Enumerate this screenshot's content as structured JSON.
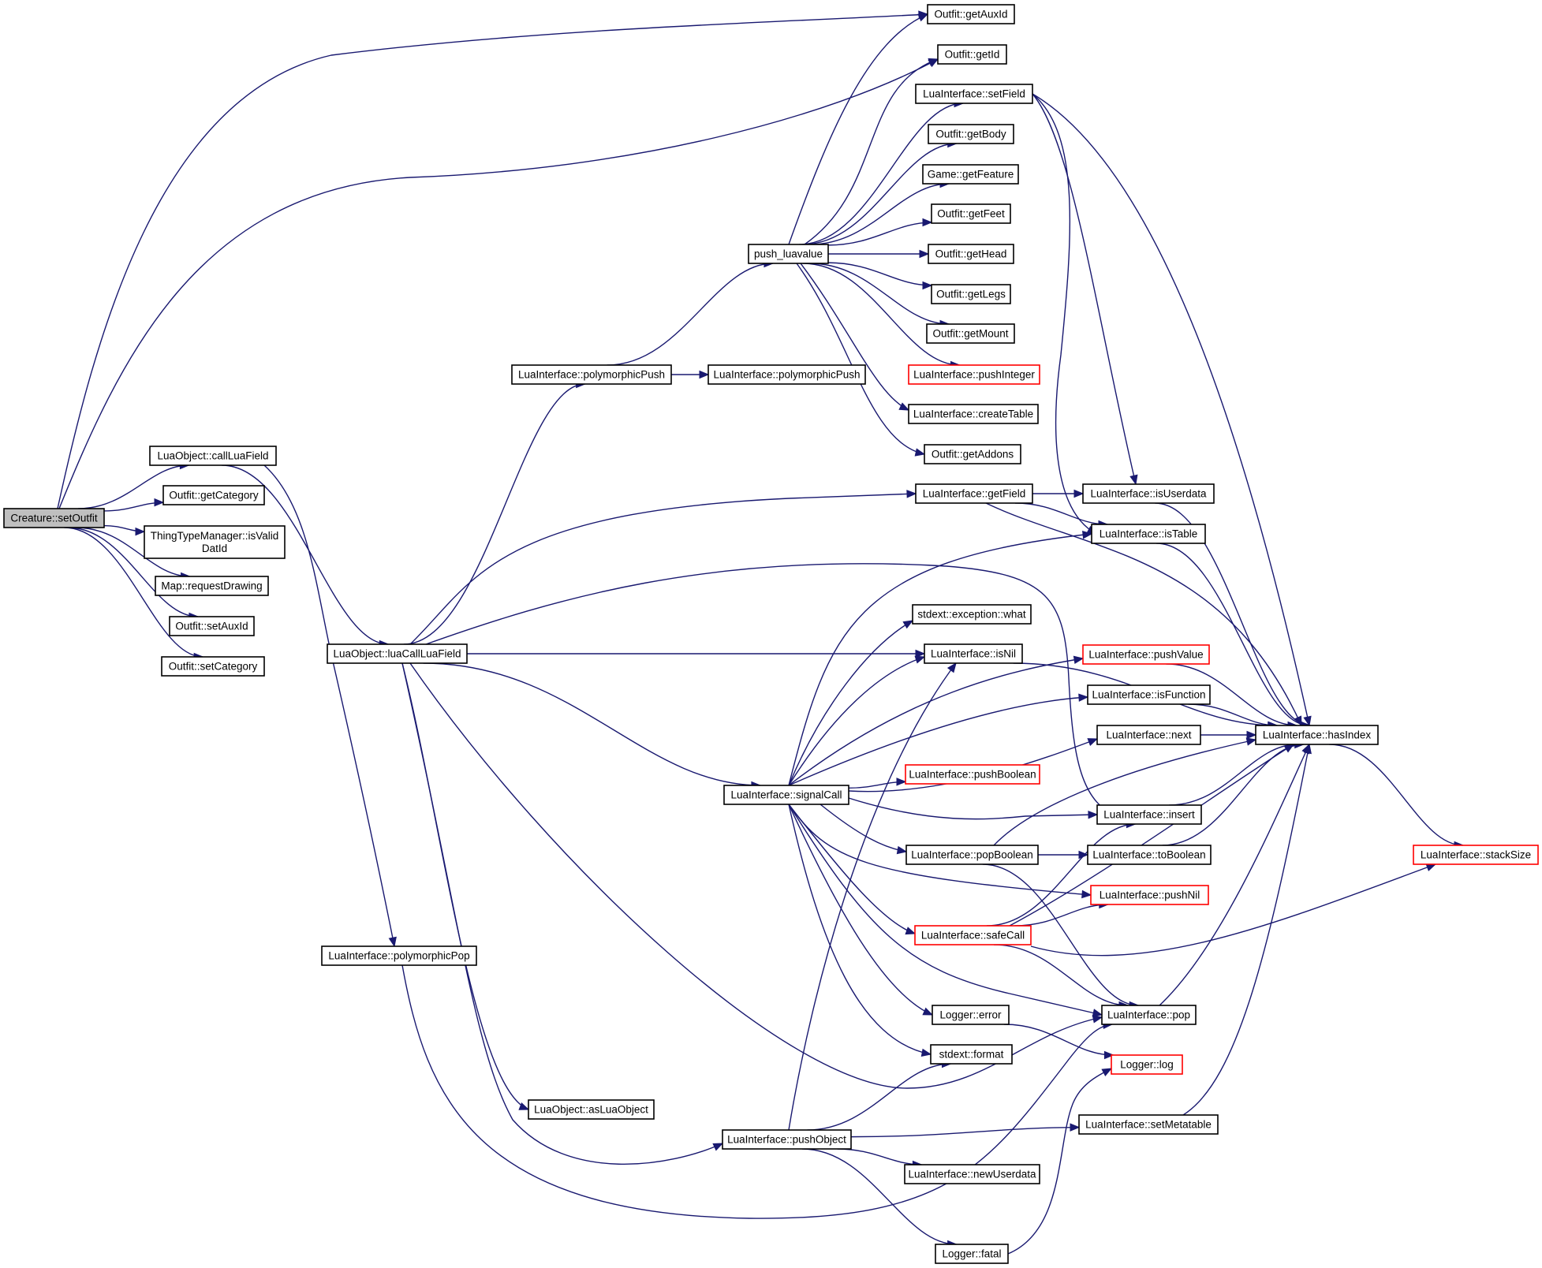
{
  "colors": {
    "edge": "#191970",
    "node_border": "#000000",
    "node_border_truncated": "#ff0000",
    "root_fill": "#bfbfbf",
    "background": "#ffffff"
  },
  "nodes": {
    "creature_setoutfit": {
      "label": [
        "Creature::setOutfit"
      ],
      "style": "root"
    },
    "luaobject_callluafield": {
      "label": [
        "LuaObject::callLuaField"
      ]
    },
    "outfit_getcategory": {
      "label": [
        "Outfit::getCategory"
      ]
    },
    "thingtypemanager_isvaliddatid": {
      "label": [
        "ThingTypeManager::isValid",
        "DatId"
      ]
    },
    "map_requestdrawing": {
      "label": [
        "Map::requestDrawing"
      ]
    },
    "outfit_setauxid": {
      "label": [
        "Outfit::setAuxId"
      ]
    },
    "outfit_setcategory": {
      "label": [
        "Outfit::setCategory"
      ]
    },
    "luaobject_luacallluafield": {
      "label": [
        "LuaObject::luaCallLuaField"
      ]
    },
    "luainterface_polymorphicpop": {
      "label": [
        "LuaInterface::polymorphicPop"
      ]
    },
    "luainterface_polymorphicpush_1": {
      "label": [
        "LuaInterface::polymorphicPush"
      ]
    },
    "luainterface_polymorphicpush_2": {
      "label": [
        "LuaInterface::polymorphicPush"
      ]
    },
    "push_luavalue": {
      "label": [
        "push_luavalue"
      ]
    },
    "outfit_getauxid": {
      "label": [
        "Outfit::getAuxId"
      ]
    },
    "outfit_getid": {
      "label": [
        "Outfit::getId"
      ]
    },
    "luainterface_setfield": {
      "label": [
        "LuaInterface::setField"
      ]
    },
    "outfit_getbody": {
      "label": [
        "Outfit::getBody"
      ]
    },
    "game_getfeature": {
      "label": [
        "Game::getFeature"
      ]
    },
    "outfit_getfeet": {
      "label": [
        "Outfit::getFeet"
      ]
    },
    "outfit_gethead": {
      "label": [
        "Outfit::getHead"
      ]
    },
    "outfit_getlegs": {
      "label": [
        "Outfit::getLegs"
      ]
    },
    "outfit_getmount": {
      "label": [
        "Outfit::getMount"
      ]
    },
    "luainterface_pushinteger": {
      "label": [
        "LuaInterface::pushInteger"
      ],
      "style": "red"
    },
    "luainterface_createtable": {
      "label": [
        "LuaInterface::createTable"
      ]
    },
    "outfit_getaddons": {
      "label": [
        "Outfit::getAddons"
      ]
    },
    "luainterface_getfield": {
      "label": [
        "LuaInterface::getField"
      ]
    },
    "luainterface_isuserdata": {
      "label": [
        "LuaInterface::isUserdata"
      ]
    },
    "luainterface_istable": {
      "label": [
        "LuaInterface::isTable"
      ]
    },
    "stdext_exception_what": {
      "label": [
        "stdext::exception::what"
      ]
    },
    "luainterface_isnil": {
      "label": [
        "LuaInterface::isNil"
      ]
    },
    "luainterface_pushvalue": {
      "label": [
        "LuaInterface::pushValue"
      ],
      "style": "red"
    },
    "luainterface_isfunction": {
      "label": [
        "LuaInterface::isFunction"
      ]
    },
    "luainterface_next": {
      "label": [
        "LuaInterface::next"
      ]
    },
    "luainterface_hasindex": {
      "label": [
        "LuaInterface::hasIndex"
      ]
    },
    "luainterface_signalcall": {
      "label": [
        "LuaInterface::signalCall"
      ]
    },
    "luainterface_pushboolean": {
      "label": [
        "LuaInterface::pushBoolean"
      ],
      "style": "red"
    },
    "luainterface_insert": {
      "label": [
        "LuaInterface::insert"
      ]
    },
    "luainterface_popboolean": {
      "label": [
        "LuaInterface::popBoolean"
      ]
    },
    "luainterface_toboolean": {
      "label": [
        "LuaInterface::toBoolean"
      ]
    },
    "luainterface_stacksize": {
      "label": [
        "LuaInterface::stackSize"
      ],
      "style": "red"
    },
    "luainterface_pushnil": {
      "label": [
        "LuaInterface::pushNil"
      ],
      "style": "red"
    },
    "luainterface_safecall": {
      "label": [
        "LuaInterface::safeCall"
      ],
      "style": "red"
    },
    "luainterface_pop": {
      "label": [
        "LuaInterface::pop"
      ]
    },
    "logger_error": {
      "label": [
        "Logger::error"
      ]
    },
    "stdext_format": {
      "label": [
        "stdext::format"
      ]
    },
    "logger_log": {
      "label": [
        "Logger::log"
      ],
      "style": "red"
    },
    "luaobject_asluaobject": {
      "label": [
        "LuaObject::asLuaObject"
      ]
    },
    "luainterface_pushobject": {
      "label": [
        "LuaInterface::pushObject"
      ]
    },
    "luainterface_setmetatable": {
      "label": [
        "LuaInterface::setMetatable"
      ]
    },
    "luainterface_newuserdata": {
      "label": [
        "LuaInterface::newUserdata"
      ]
    },
    "logger_fatal": {
      "label": [
        "Logger::fatal"
      ]
    }
  },
  "edges": [
    [
      "creature_setoutfit",
      "luaobject_callluafield"
    ],
    [
      "creature_setoutfit",
      "outfit_getcategory"
    ],
    [
      "creature_setoutfit",
      "thingtypemanager_isvaliddatid"
    ],
    [
      "creature_setoutfit",
      "map_requestdrawing"
    ],
    [
      "creature_setoutfit",
      "outfit_setauxid"
    ],
    [
      "creature_setoutfit",
      "outfit_setcategory"
    ],
    [
      "creature_setoutfit",
      "outfit_getauxid"
    ],
    [
      "creature_setoutfit",
      "outfit_getid"
    ],
    [
      "luaobject_callluafield",
      "luaobject_luacallluafield"
    ],
    [
      "luaobject_callluafield",
      "luainterface_polymorphicpop"
    ],
    [
      "luaobject_luacallluafield",
      "luainterface_polymorphicpush_1"
    ],
    [
      "luaobject_luacallluafield",
      "luainterface_getfield"
    ],
    [
      "luaobject_luacallluafield",
      "luainterface_insert"
    ],
    [
      "luaobject_luacallluafield",
      "luainterface_isnil"
    ],
    [
      "luaobject_luacallluafield",
      "luainterface_signalcall"
    ],
    [
      "luaobject_luacallluafield",
      "luainterface_pop"
    ],
    [
      "luaobject_luacallluafield",
      "luaobject_asluaobject"
    ],
    [
      "luaobject_luacallluafield",
      "luainterface_pushobject"
    ],
    [
      "luainterface_polymorphicpush_1",
      "push_luavalue"
    ],
    [
      "luainterface_polymorphicpush_1",
      "luainterface_polymorphicpush_2"
    ],
    [
      "push_luavalue",
      "outfit_getauxid"
    ],
    [
      "push_luavalue",
      "outfit_getid"
    ],
    [
      "push_luavalue",
      "luainterface_setfield"
    ],
    [
      "push_luavalue",
      "outfit_getbody"
    ],
    [
      "push_luavalue",
      "game_getfeature"
    ],
    [
      "push_luavalue",
      "outfit_getfeet"
    ],
    [
      "push_luavalue",
      "outfit_gethead"
    ],
    [
      "push_luavalue",
      "outfit_getlegs"
    ],
    [
      "push_luavalue",
      "outfit_getmount"
    ],
    [
      "push_luavalue",
      "luainterface_pushinteger"
    ],
    [
      "push_luavalue",
      "luainterface_createtable"
    ],
    [
      "push_luavalue",
      "outfit_getaddons"
    ],
    [
      "luainterface_setfield",
      "luainterface_isuserdata"
    ],
    [
      "luainterface_setfield",
      "luainterface_istable"
    ],
    [
      "luainterface_setfield",
      "luainterface_hasindex"
    ],
    [
      "luainterface_getfield",
      "luainterface_isuserdata"
    ],
    [
      "luainterface_getfield",
      "luainterface_istable"
    ],
    [
      "luainterface_getfield",
      "luainterface_hasindex"
    ],
    [
      "luainterface_isuserdata",
      "luainterface_hasindex"
    ],
    [
      "luainterface_istable",
      "luainterface_hasindex"
    ],
    [
      "luainterface_isnil",
      "luainterface_hasindex"
    ],
    [
      "luainterface_pushvalue",
      "luainterface_hasindex"
    ],
    [
      "luainterface_isfunction",
      "luainterface_hasindex"
    ],
    [
      "luainterface_next",
      "luainterface_hasindex"
    ],
    [
      "luainterface_insert",
      "luainterface_hasindex"
    ],
    [
      "luainterface_toboolean",
      "luainterface_hasindex"
    ],
    [
      "luainterface_popboolean",
      "luainterface_hasindex"
    ],
    [
      "luainterface_safecall",
      "luainterface_hasindex"
    ],
    [
      "luainterface_pop",
      "luainterface_hasindex"
    ],
    [
      "luainterface_setmetatable",
      "luainterface_hasindex"
    ],
    [
      "luainterface_hasindex",
      "luainterface_stacksize"
    ],
    [
      "luainterface_safecall",
      "luainterface_stacksize"
    ],
    [
      "luainterface_signalcall",
      "luainterface_istable"
    ],
    [
      "luainterface_signalcall",
      "stdext_exception_what"
    ],
    [
      "luainterface_signalcall",
      "luainterface_isnil"
    ],
    [
      "luainterface_signalcall",
      "luainterface_pushvalue"
    ],
    [
      "luainterface_signalcall",
      "luainterface_isfunction"
    ],
    [
      "luainterface_signalcall",
      "luainterface_pushboolean"
    ],
    [
      "luainterface_signalcall",
      "luainterface_next"
    ],
    [
      "luainterface_signalcall",
      "luainterface_insert"
    ],
    [
      "luainterface_signalcall",
      "luainterface_popboolean"
    ],
    [
      "luainterface_signalcall",
      "luainterface_pushnil"
    ],
    [
      "luainterface_signalcall",
      "luainterface_safecall"
    ],
    [
      "luainterface_signalcall",
      "luainterface_pop"
    ],
    [
      "luainterface_signalcall",
      "logger_error"
    ],
    [
      "luainterface_signalcall",
      "stdext_format"
    ],
    [
      "luainterface_popboolean",
      "luainterface_toboolean"
    ],
    [
      "luainterface_popboolean",
      "luainterface_pop"
    ],
    [
      "luainterface_safecall",
      "luainterface_insert"
    ],
    [
      "luainterface_safecall",
      "luainterface_pushnil"
    ],
    [
      "luainterface_safecall",
      "luainterface_pop"
    ],
    [
      "logger_error",
      "logger_log"
    ],
    [
      "luainterface_polymorphicpop",
      "luainterface_pop"
    ],
    [
      "luainterface_pushobject",
      "luainterface_isnil"
    ],
    [
      "luainterface_pushobject",
      "stdext_format"
    ],
    [
      "luainterface_pushobject",
      "luainterface_setmetatable"
    ],
    [
      "luainterface_pushobject",
      "luainterface_newuserdata"
    ],
    [
      "luainterface_pushobject",
      "logger_fatal"
    ],
    [
      "logger_fatal",
      "logger_log"
    ]
  ]
}
